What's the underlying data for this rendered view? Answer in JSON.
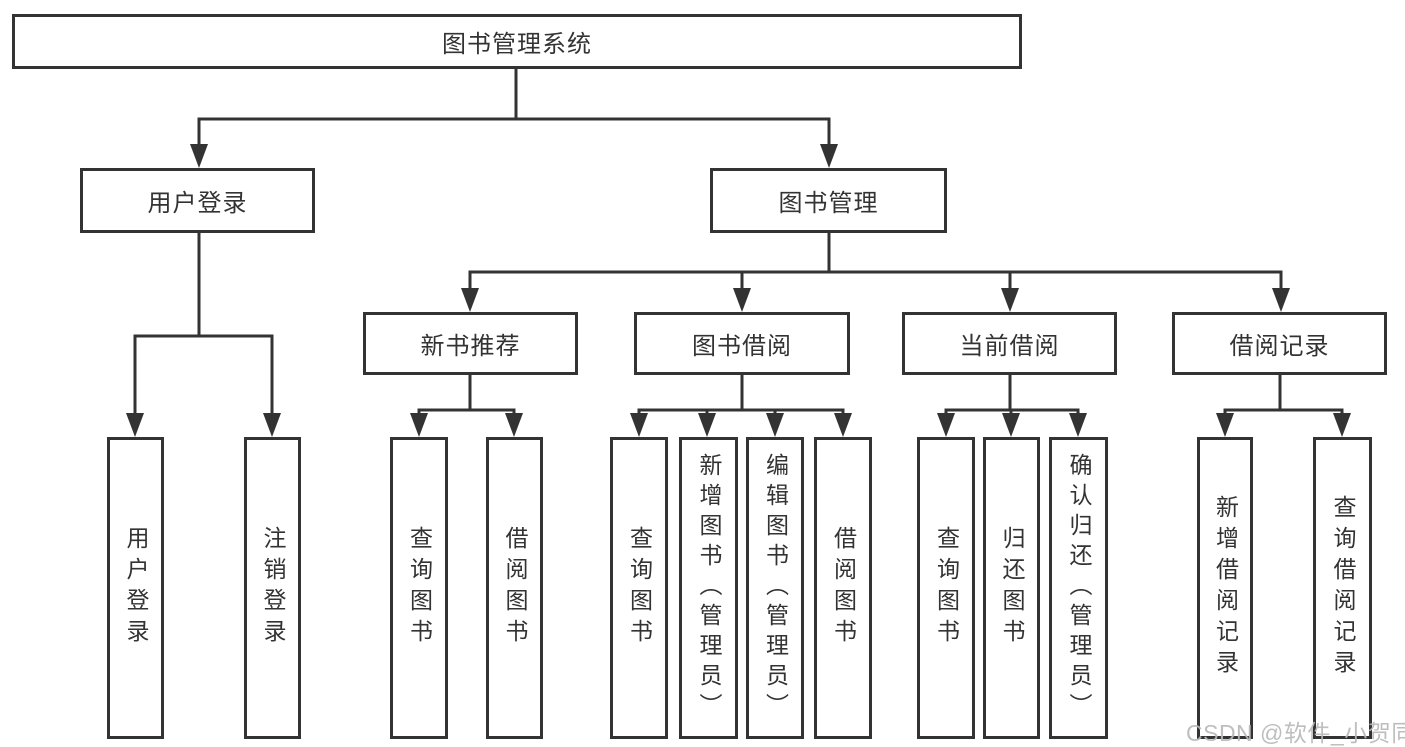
{
  "tree": {
    "root": "图书管理系统",
    "level2": {
      "user_login": "用户登录",
      "book_mgmt": "图书管理"
    },
    "level3": {
      "new_books": "新书推荐",
      "book_borrow": "图书借阅",
      "current_borrow": "当前借阅",
      "borrow_records": "借阅记录"
    },
    "leaves": {
      "user_login": [
        "用户登录",
        "注销登录"
      ],
      "new_books": [
        "查询图书",
        "借阅图书"
      ],
      "book_borrow": [
        "查询图书",
        "新增图书（管理员）",
        "编辑图书（管理员）",
        "借阅图书"
      ],
      "current_borrow": [
        "查询图书",
        "归还图书",
        "确认归还（管理员）"
      ],
      "borrow_records": [
        "新增借阅记录",
        "查询借阅记录"
      ]
    }
  },
  "watermark": {
    "text": "CSDN @软件_小贺同学",
    "color": "#b9b9b9"
  },
  "colors": {
    "line": "#333333",
    "text": "#333333",
    "background": "#ffffff"
  }
}
